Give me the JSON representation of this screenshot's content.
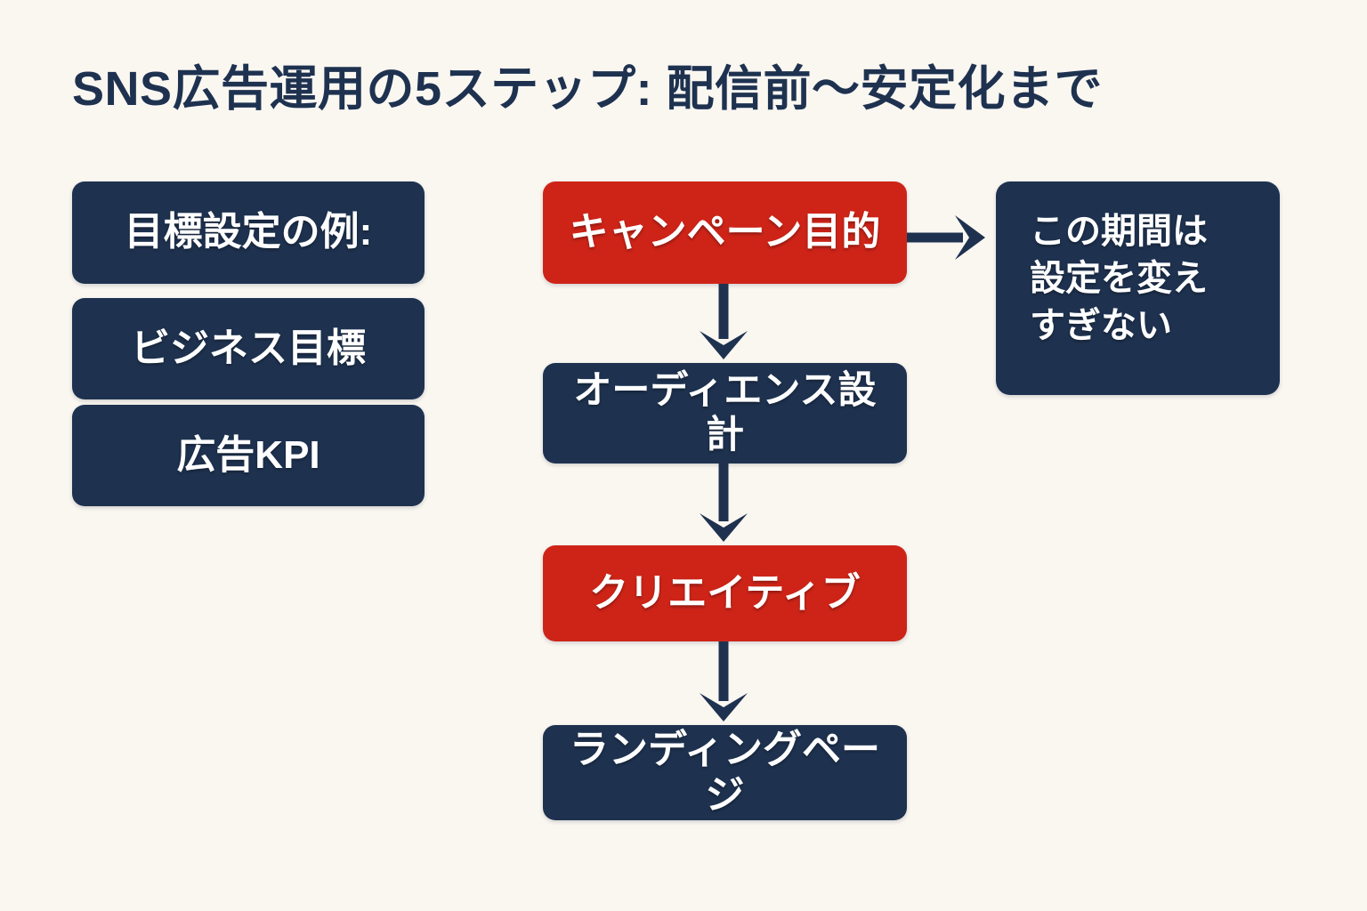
{
  "page": {
    "title": "SNS広告運用の5ステップ: 配信前〜安定化まで",
    "background_color": "#faf6f0",
    "navy_color": "#1e3250",
    "red_color": "#ce2418",
    "text_color": "#ffffff"
  },
  "goal_column": {
    "boxes": [
      {
        "label": "目標設定の例:",
        "color": "#1e3250"
      },
      {
        "label": "ビジネス目標",
        "color": "#1e3250"
      },
      {
        "label": "広告KPI",
        "color": "#1e3250"
      }
    ]
  },
  "flow_column": {
    "boxes": [
      {
        "label": "キャンペーン目的",
        "color": "#ce2418"
      },
      {
        "label": "オーディエンス設計",
        "color": "#1e3250"
      },
      {
        "label": "クリエイティブ",
        "color": "#ce2418"
      },
      {
        "label": "ランディングページ",
        "color": "#1e3250"
      }
    ]
  },
  "note": {
    "lines": [
      "この期間は",
      "設定を変え",
      "すぎない"
    ],
    "color": "#1e3250"
  },
  "connectors": {
    "down_arrow_1": "arrow-down-icon",
    "down_arrow_2": "arrow-down-icon",
    "down_arrow_3": "arrow-down-icon",
    "right_arrow": "arrow-right-icon"
  }
}
